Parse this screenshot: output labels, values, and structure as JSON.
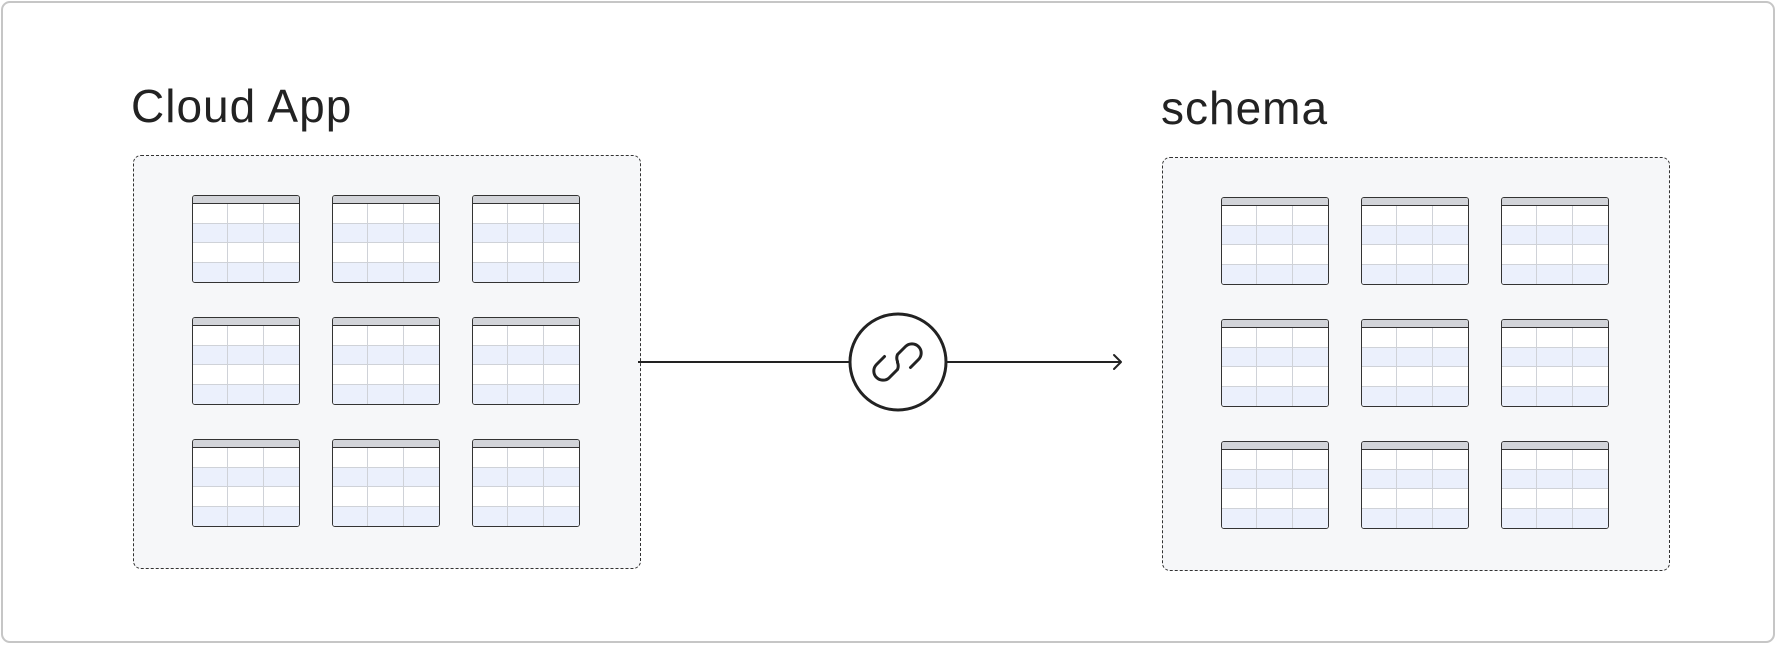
{
  "diagram": {
    "source": {
      "title": "Cloud App",
      "table_count": 9
    },
    "target": {
      "title": "schema",
      "table_count": 9
    },
    "connector": {
      "icon": "link-icon",
      "direction": "source-to-target"
    }
  },
  "colors": {
    "frame_border": "#c6c6c6",
    "box_background": "#f6f7f9",
    "stroke": "#222222",
    "table_header": "#d2d4d9",
    "table_row_alt": "#ebf0fc"
  }
}
